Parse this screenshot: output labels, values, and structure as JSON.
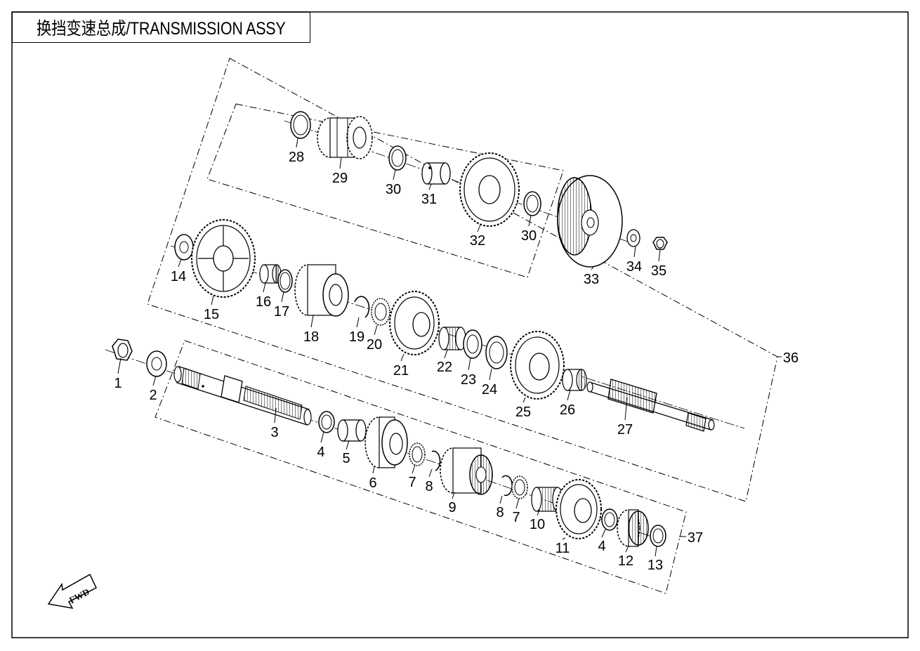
{
  "title": "换挡变速总成/TRANSMISSION ASSY",
  "direction_label": "FWD",
  "callouts": [
    "1",
    "2",
    "3",
    "4",
    "5",
    "6",
    "7",
    "8",
    "9",
    "8",
    "7",
    "10",
    "11",
    "4",
    "12",
    "13",
    "14",
    "15",
    "16",
    "17",
    "18",
    "19",
    "20",
    "21",
    "22",
    "23",
    "24",
    "25",
    "26",
    "27",
    "28",
    "29",
    "30",
    "31",
    "32",
    "30",
    "33",
    "34",
    "35",
    "36",
    "37"
  ]
}
